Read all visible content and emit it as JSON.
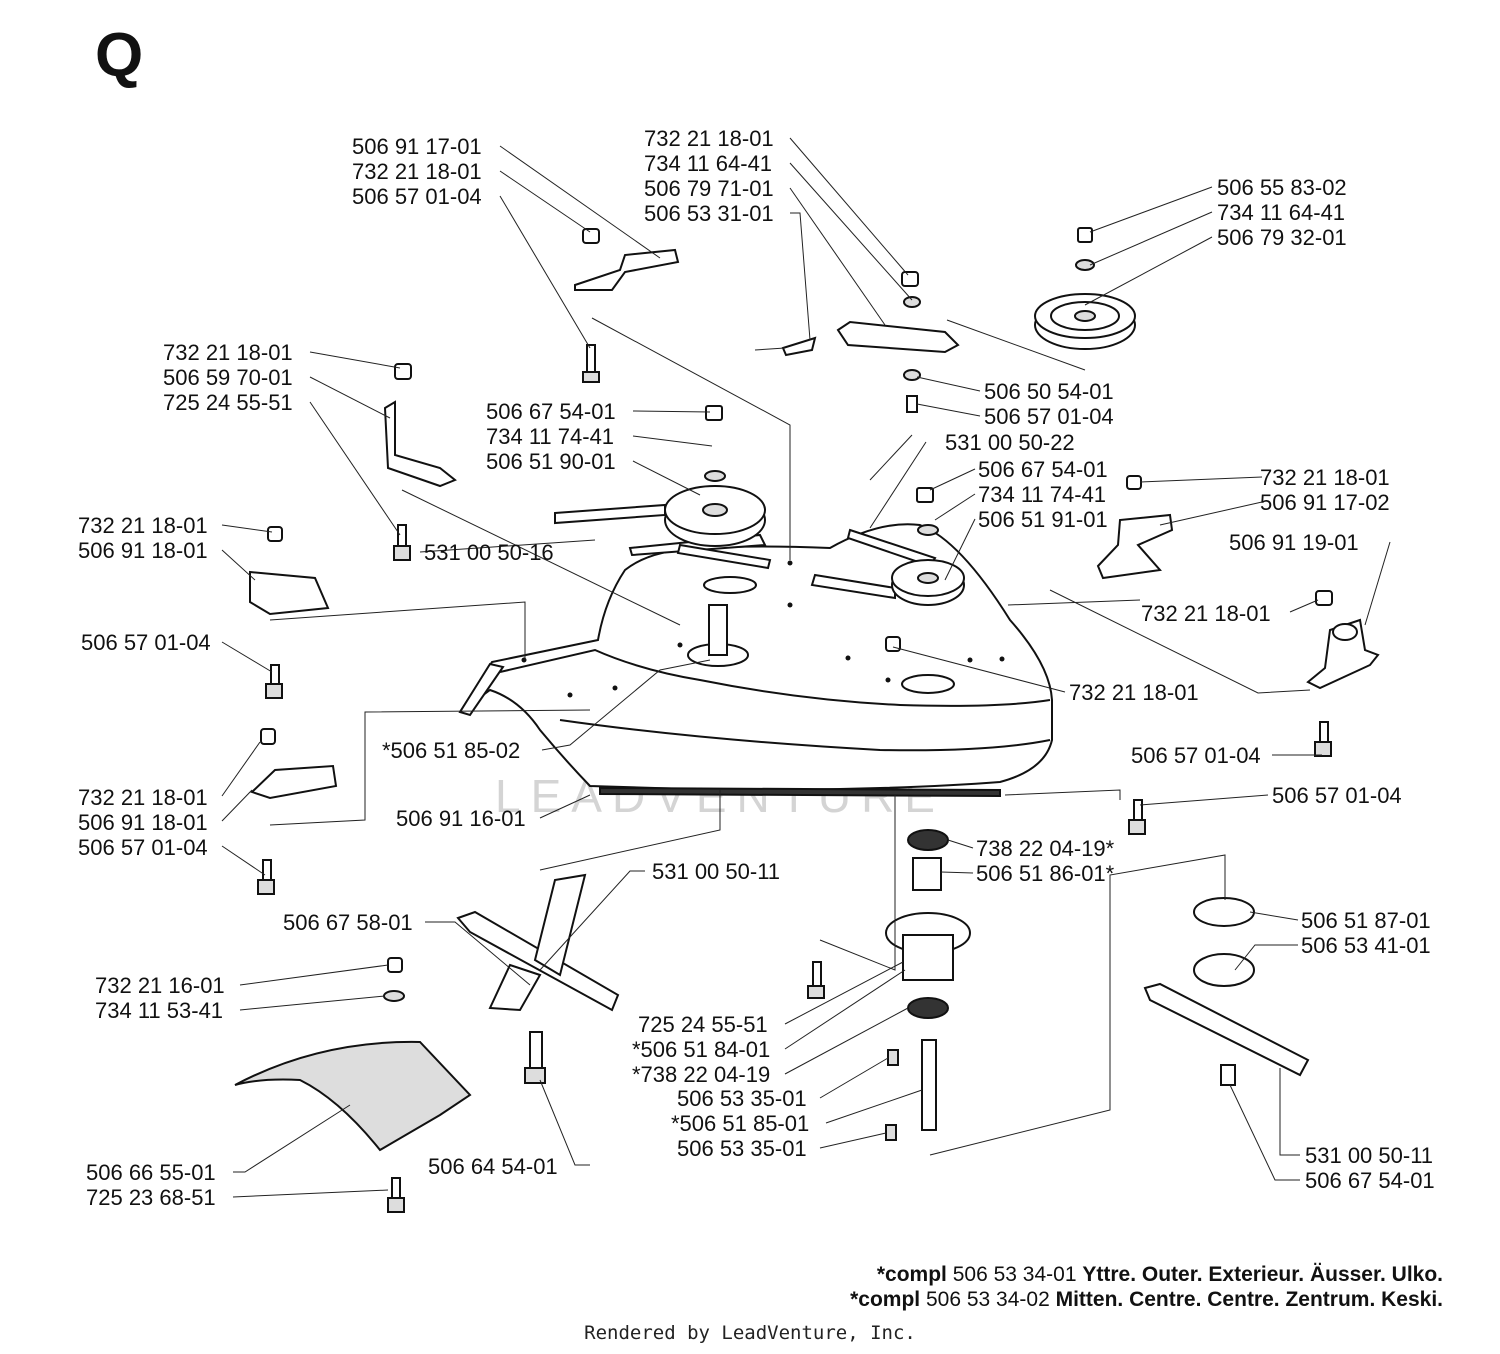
{
  "section_letter": "Q",
  "watermark": "LEADVENTURE",
  "credit": "Rendered by LeadVenture, Inc.",
  "footnotes": [
    {
      "prefix": "*compl",
      "code": "506 53 34-01",
      "desc": "Yttre. Outer. Exterieur. Äusser. Ulko."
    },
    {
      "prefix": "*compl",
      "code": "506 53 34-02",
      "desc": "Mitten. Centre. Centre. Zentrum. Keski."
    }
  ],
  "labels": [
    "506 91 17-01",
    "732 21 18-01",
    "506 57 01-04",
    "732 21 18-01",
    "734 11 64-41",
    "506 79 71-01",
    "506 53 31-01",
    "506 55 83-02",
    "734 11 64-41",
    "506 79 32-01",
    "732 21 18-01",
    "506 59 70-01",
    "725 24 55-51",
    "506 67 54-01",
    "734 11 74-41",
    "506 51 90-01",
    "506 50 54-01",
    "506 57 01-04",
    "531 00 50-22",
    "506 67 54-01",
    "734 11 74-41",
    "506 51 91-01",
    "732 21 18-01",
    "506 91 17-02",
    "506 91 19-01",
    "732 21 18-01",
    "506 91 18-01",
    "531 00 50-16",
    "506 57 01-04",
    "732 21 18-01",
    "732 21 18-01",
    "*506 51 85-02",
    "506 57 01-04",
    "506 91 16-01",
    "732 21 18-01",
    "506 91 18-01",
    "506 57 01-04",
    "506 57 01-04",
    "738 22 04-19*",
    "506 51 86-01*",
    "531 00 50-11",
    "506 67 58-01",
    "506 51 87-01",
    "506 53 41-01",
    "732 21 16-01",
    "734 11 53-41",
    "725 24 55-51",
    "*506 51 84-01",
    "*738 22 04-19",
    "506 53 35-01",
    "*506 51 85-01",
    "506 53 35-01",
    "531 00 50-11",
    "506 67 54-01",
    "506 66 55-01",
    "506 64 54-01",
    "725 23 68-51"
  ]
}
